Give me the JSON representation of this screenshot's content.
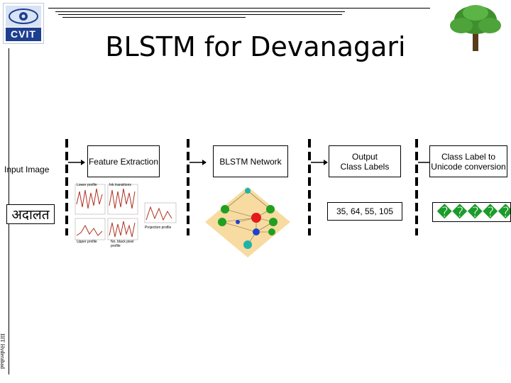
{
  "logo": {
    "text": "CVIT"
  },
  "title": "BLSTM for Devanagari",
  "input_label": "Input Image",
  "devanagari_word": "अदालत",
  "stages": {
    "feature_extraction": "Feature Extraction",
    "blstm_network": "BLSTM Network",
    "output_labels_line1": "Output",
    "output_labels_line2": "Class Labels",
    "unicode_line1": "Class Label to",
    "unicode_line2": "Unicode conversion"
  },
  "class_labels_value": "35, 64, 55, 105",
  "unicode_output": "�����",
  "feature_plot_labels": {
    "lower": "Lower profile",
    "transitions": "Ink transitions",
    "upper": "Upper profile",
    "black": "No. black pixel profile",
    "projection": "Projection profile"
  },
  "footer_vertical": "IIIT Hyderabad",
  "colors": {
    "tree": "#3f8f2e",
    "output_glyphs": "#1a9b2a",
    "node_red": "#e21b1b",
    "node_green": "#20a020",
    "node_teal": "#1fb3a8",
    "node_blue": "#2040d0",
    "network_bg": "#f5d28a"
  }
}
